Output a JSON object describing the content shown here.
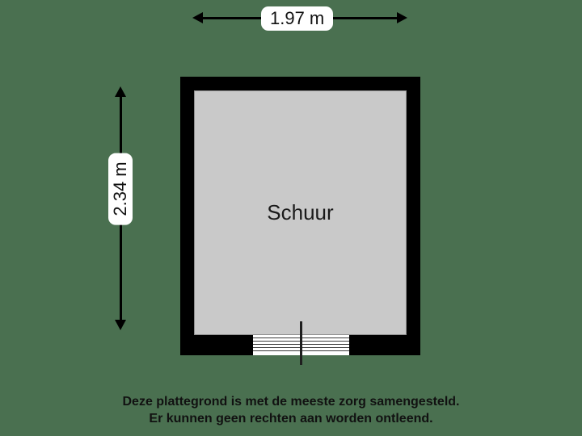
{
  "plan": {
    "room_label": "Schuur",
    "background_color": "#4a7050",
    "wall_color": "#000000",
    "floor_color": "#c9c9c9"
  },
  "dimensions": {
    "width_label": "1.97 m",
    "height_label": "2.34 m"
  },
  "door": {
    "type": "double-door"
  },
  "footer": {
    "line1": "Deze plattegrond is met de meeste zorg samengesteld.",
    "line2": "Er kunnen geen rechten aan worden ontleend."
  }
}
